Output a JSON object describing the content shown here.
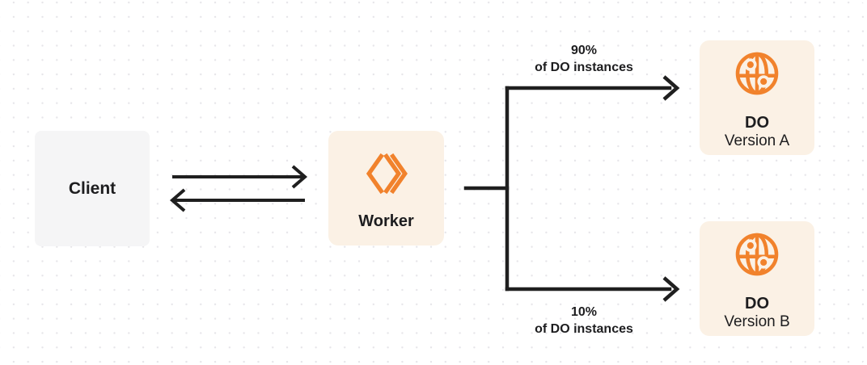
{
  "nodes": {
    "client": {
      "label": "Client"
    },
    "worker": {
      "label": "Worker",
      "icon": "cloudflare-workers-icon"
    },
    "do_version_a": {
      "title": "DO",
      "subtitle": "Version A",
      "icon": "durable-object-globe-icon"
    },
    "do_version_b": {
      "title": "DO",
      "subtitle": "Version B",
      "icon": "durable-object-globe-icon"
    }
  },
  "edges": {
    "client_worker": {
      "direction": "bidirectional"
    },
    "top_branch": {
      "percent": "90%",
      "caption": "of DO instances",
      "target": "DO Version A"
    },
    "bottom_branch": {
      "percent": "10%",
      "caption": "of DO instances",
      "target": "DO Version B"
    }
  },
  "colors": {
    "accent_orange": "#f1822c",
    "line": "#1f1f1f",
    "text": "#1d1d1f",
    "client_box_bg": "#f5f5f6",
    "cream_box_bg": "#fbf1e5",
    "dot_grid": "#e6e5e9",
    "background": "#ffffff"
  }
}
